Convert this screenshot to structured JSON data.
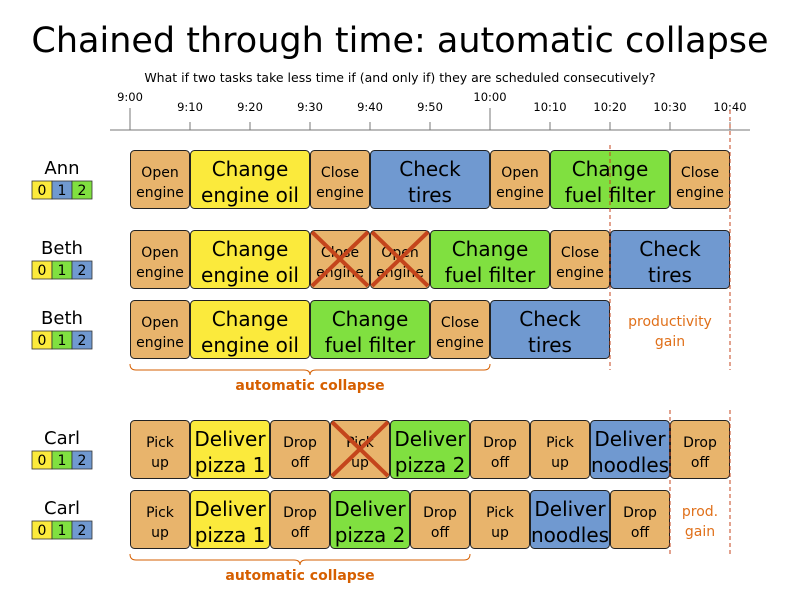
{
  "title": "Chained through time: automatic collapse",
  "subtitle": "What if two tasks take less time if (and only if) they are scheduled consecutively?",
  "ticks": [
    "9:00",
    "9:10",
    "9:20",
    "9:30",
    "9:40",
    "9:50",
    "10:00",
    "10:10",
    "10:20",
    "10:30",
    "10:40"
  ],
  "colors": {
    "open_close": "#e8b46c",
    "orange": "#e8b46c",
    "yellow": "#fbea3c",
    "green": "#80e040",
    "blue": "#7099d0",
    "accent": "#c4451c",
    "annotation": "#d65f00"
  },
  "rows": [
    {
      "person": "Ann",
      "legend": [
        [
          "0",
          "yellow"
        ],
        [
          "1",
          "blue"
        ],
        [
          "2",
          "green"
        ]
      ],
      "tasks": [
        {
          "label": "Open\nengine",
          "c": "orange"
        },
        {
          "label": "Change\nengine oil",
          "c": "yellow"
        },
        {
          "label": "Close\nengine",
          "c": "orange"
        },
        {
          "label": "Check\ntires",
          "c": "blue"
        },
        {
          "label": "Open\nengine",
          "c": "orange"
        },
        {
          "label": "Change\nfuel filter",
          "c": "green"
        },
        {
          "label": "Close\nengine",
          "c": "orange"
        }
      ]
    },
    {
      "person": "Beth",
      "legend": [
        [
          "0",
          "yellow"
        ],
        [
          "1",
          "green"
        ],
        [
          "2",
          "blue"
        ]
      ],
      "tasks": [
        {
          "label": "Open\nengine",
          "c": "orange"
        },
        {
          "label": "Change\nengine oil",
          "c": "yellow"
        },
        {
          "label": "Close\nengine",
          "c": "orange",
          "crossed": true
        },
        {
          "label": "Open\nengine",
          "c": "orange",
          "crossed": true
        },
        {
          "label": "Change\nfuel filter",
          "c": "green"
        },
        {
          "label": "Close\nengine",
          "c": "orange"
        },
        {
          "label": "Check\ntires",
          "c": "blue"
        }
      ]
    },
    {
      "person": "Beth",
      "legend": [
        [
          "0",
          "yellow"
        ],
        [
          "1",
          "green"
        ],
        [
          "2",
          "blue"
        ]
      ],
      "tasks": [
        {
          "label": "Open\nengine",
          "c": "orange"
        },
        {
          "label": "Change\nengine oil",
          "c": "yellow"
        },
        {
          "label": "Change\nfuel filter",
          "c": "green"
        },
        {
          "label": "Close\nengine",
          "c": "orange"
        },
        {
          "label": "Check\ntires",
          "c": "blue"
        }
      ],
      "gain": "productivity\ngain"
    },
    {
      "person": "Carl",
      "legend": [
        [
          "0",
          "yellow"
        ],
        [
          "1",
          "green"
        ],
        [
          "2",
          "blue"
        ]
      ],
      "tasks": [
        {
          "label": "Pick\nup",
          "c": "orange"
        },
        {
          "label": "Deliver\npizza 1",
          "c": "yellow"
        },
        {
          "label": "Drop\noff",
          "c": "orange"
        },
        {
          "label": "Pick\nup",
          "c": "orange",
          "crossed": true
        },
        {
          "label": "Deliver\npizza 2",
          "c": "green"
        },
        {
          "label": "Drop\noff",
          "c": "orange"
        },
        {
          "label": "Pick\nup",
          "c": "orange"
        },
        {
          "label": "Deliver\nnoodles",
          "c": "blue"
        },
        {
          "label": "Drop\noff",
          "c": "orange"
        }
      ]
    },
    {
      "person": "Carl",
      "legend": [
        [
          "0",
          "yellow"
        ],
        [
          "1",
          "green"
        ],
        [
          "2",
          "blue"
        ]
      ],
      "tasks": [
        {
          "label": "Pick\nup",
          "c": "orange"
        },
        {
          "label": "Deliver\npizza 1",
          "c": "yellow"
        },
        {
          "label": "Drop\noff",
          "c": "orange"
        },
        {
          "label": "Deliver\npizza 2",
          "c": "green"
        },
        {
          "label": "Drop\noff",
          "c": "orange"
        },
        {
          "label": "Pick\nup",
          "c": "orange"
        },
        {
          "label": "Deliver\nnoodles",
          "c": "blue"
        },
        {
          "label": "Drop\noff",
          "c": "orange"
        }
      ],
      "gain": "prod.\ngain"
    }
  ],
  "collapse_labels": [
    "automatic collapse",
    "automatic collapse"
  ]
}
